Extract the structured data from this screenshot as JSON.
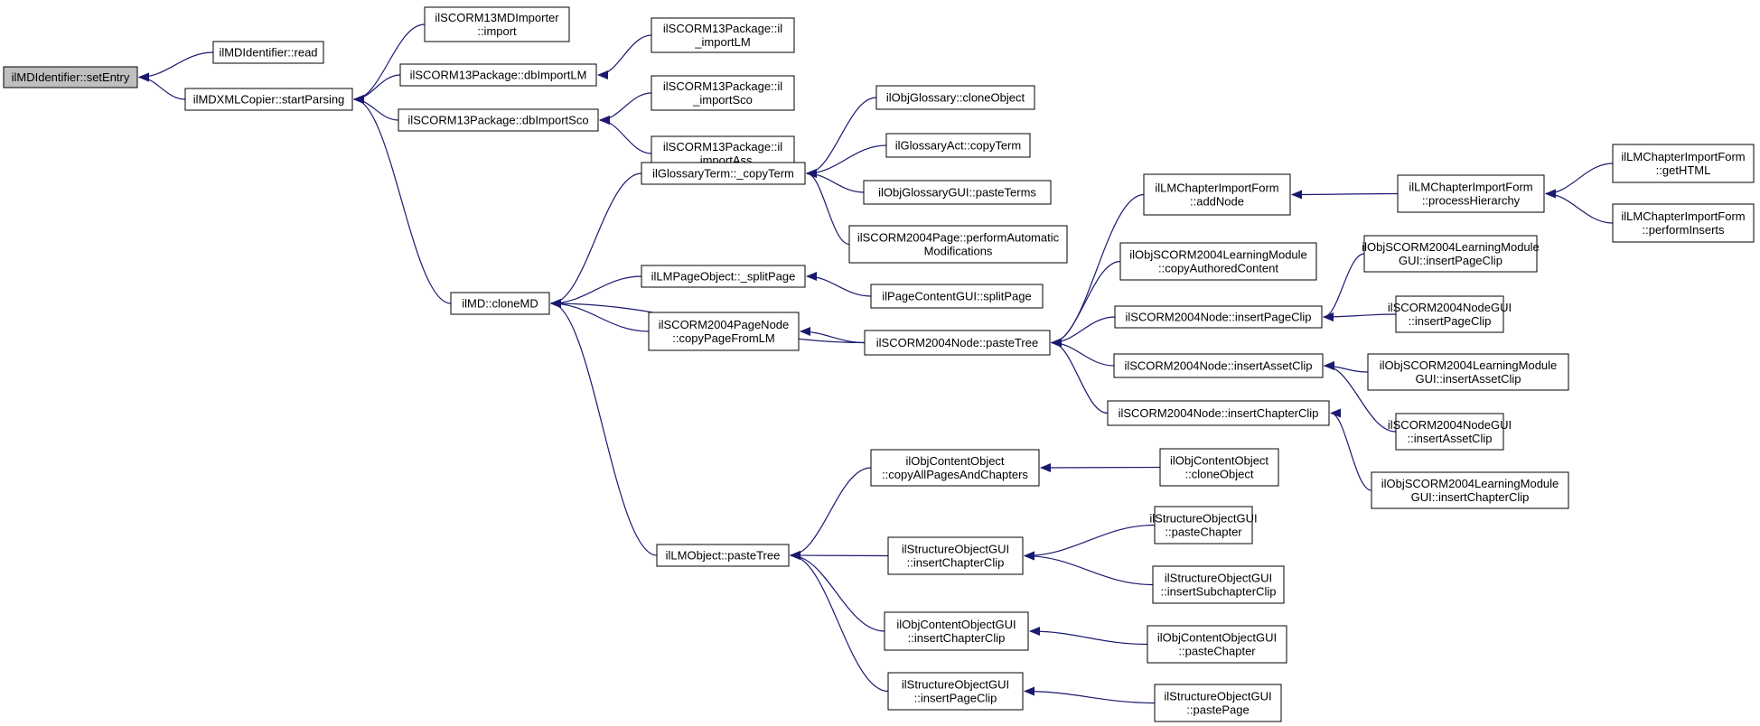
{
  "colors": {
    "edge": "#191970",
    "root_fill": "#bfbfbf",
    "node_fill": "#ffffff",
    "node_stroke": "#000000"
  },
  "nodes": [
    {
      "id": "n0",
      "lines": [
        "ilMDIdentifier::setEntry"
      ],
      "root": true
    },
    {
      "id": "n1",
      "lines": [
        "ilMDIdentifier::read"
      ]
    },
    {
      "id": "n2",
      "lines": [
        "ilMDXMLCopier::startParsing"
      ]
    },
    {
      "id": "n3",
      "lines": [
        "ilSCORM13MDImporter",
        "::import"
      ]
    },
    {
      "id": "n4",
      "lines": [
        "ilSCORM13Package::dbImportLM"
      ]
    },
    {
      "id": "n5",
      "lines": [
        "ilSCORM13Package::dbImportSco"
      ]
    },
    {
      "id": "n6",
      "lines": [
        "ilSCORM13Package::il",
        "_importLM"
      ]
    },
    {
      "id": "n7",
      "lines": [
        "ilSCORM13Package::il",
        "_importSco"
      ]
    },
    {
      "id": "n8",
      "lines": [
        "ilSCORM13Package::il",
        "_importAss"
      ]
    },
    {
      "id": "n9",
      "lines": [
        "ilMD::cloneMD"
      ]
    },
    {
      "id": "n10",
      "lines": [
        "ilGlossaryTerm::_copyTerm"
      ]
    },
    {
      "id": "n11",
      "lines": [
        "ilLMPageObject::_splitPage"
      ]
    },
    {
      "id": "n12",
      "lines": [
        "ilSCORM2004PageNode",
        "::copyPageFromLM"
      ]
    },
    {
      "id": "n13",
      "lines": [
        "ilLMObject::pasteTree"
      ]
    },
    {
      "id": "n14",
      "lines": [
        "ilObjGlossary::cloneObject"
      ]
    },
    {
      "id": "n15",
      "lines": [
        "ilGlossaryAct::copyTerm"
      ]
    },
    {
      "id": "n16",
      "lines": [
        "ilObjGlossaryGUI::pasteTerms"
      ]
    },
    {
      "id": "n17",
      "lines": [
        "ilSCORM2004Page::performAutomatic",
        "Modifications"
      ]
    },
    {
      "id": "n18",
      "lines": [
        "ilPageContentGUI::splitPage"
      ]
    },
    {
      "id": "n19",
      "lines": [
        "ilSCORM2004Node::pasteTree"
      ]
    },
    {
      "id": "n20",
      "lines": [
        "ilObjContentObject",
        "::copyAllPagesAndChapters"
      ]
    },
    {
      "id": "n21",
      "lines": [
        "ilStructureObjectGUI",
        "::insertChapterClip"
      ]
    },
    {
      "id": "n22",
      "lines": [
        "ilObjContentObjectGUI",
        "::insertChapterClip"
      ]
    },
    {
      "id": "n23",
      "lines": [
        "ilStructureObjectGUI",
        "::insertPageClip"
      ]
    },
    {
      "id": "n24",
      "lines": [
        "ilLMChapterImportForm",
        "::addNode"
      ]
    },
    {
      "id": "n25",
      "lines": [
        "ilObjSCORM2004LearningModule",
        "::copyAuthoredContent"
      ]
    },
    {
      "id": "n26",
      "lines": [
        "ilSCORM2004Node::insertPageClip"
      ]
    },
    {
      "id": "n27",
      "lines": [
        "ilSCORM2004Node::insertAssetClip"
      ]
    },
    {
      "id": "n28",
      "lines": [
        "ilSCORM2004Node::insertChapterClip"
      ]
    },
    {
      "id": "n29",
      "lines": [
        "ilObjContentObject",
        "::cloneObject"
      ]
    },
    {
      "id": "n30",
      "lines": [
        "ilStructureObjectGUI",
        "::pasteChapter"
      ]
    },
    {
      "id": "n31",
      "lines": [
        "ilStructureObjectGUI",
        "::insertSubchapterClip"
      ]
    },
    {
      "id": "n32",
      "lines": [
        "ilObjContentObjectGUI",
        "::pasteChapter"
      ]
    },
    {
      "id": "n33",
      "lines": [
        "ilStructureObjectGUI",
        "::pastePage"
      ]
    },
    {
      "id": "n34",
      "lines": [
        "ilLMChapterImportForm",
        "::processHierarchy"
      ]
    },
    {
      "id": "n35",
      "lines": [
        "ilObjSCORM2004LearningModule",
        "GUI::insertPageClip"
      ]
    },
    {
      "id": "n36",
      "lines": [
        "ilSCORM2004NodeGUI",
        "::insertPageClip"
      ]
    },
    {
      "id": "n37",
      "lines": [
        "ilObjSCORM2004LearningModule",
        "GUI::insertAssetClip"
      ]
    },
    {
      "id": "n38",
      "lines": [
        "ilSCORM2004NodeGUI",
        "::insertAssetClip"
      ]
    },
    {
      "id": "n39",
      "lines": [
        "ilObjSCORM2004LearningModule",
        "GUI::insertChapterClip"
      ]
    },
    {
      "id": "n40",
      "lines": [
        "ilLMChapterImportForm",
        "::getHTML"
      ]
    },
    {
      "id": "n41",
      "lines": [
        "ilLMChapterImportForm",
        "::performInserts"
      ]
    }
  ],
  "edges": [
    {
      "from": "n1",
      "to": "n0"
    },
    {
      "from": "n2",
      "to": "n0"
    },
    {
      "from": "n3",
      "to": "n2"
    },
    {
      "from": "n4",
      "to": "n2"
    },
    {
      "from": "n5",
      "to": "n2"
    },
    {
      "from": "n9",
      "to": "n2"
    },
    {
      "from": "n6",
      "to": "n4"
    },
    {
      "from": "n7",
      "to": "n5"
    },
    {
      "from": "n8",
      "to": "n5"
    },
    {
      "from": "n10",
      "to": "n9"
    },
    {
      "from": "n11",
      "to": "n9"
    },
    {
      "from": "n12",
      "to": "n9"
    },
    {
      "from": "n19",
      "to": "n9"
    },
    {
      "from": "n13",
      "to": "n9"
    },
    {
      "from": "n14",
      "to": "n10"
    },
    {
      "from": "n15",
      "to": "n10"
    },
    {
      "from": "n16",
      "to": "n10"
    },
    {
      "from": "n17",
      "to": "n10"
    },
    {
      "from": "n18",
      "to": "n11"
    },
    {
      "from": "n19",
      "to": "n12"
    },
    {
      "from": "n24",
      "to": "n19"
    },
    {
      "from": "n25",
      "to": "n19"
    },
    {
      "from": "n26",
      "to": "n19"
    },
    {
      "from": "n27",
      "to": "n19"
    },
    {
      "from": "n28",
      "to": "n19"
    },
    {
      "from": "n34",
      "to": "n24"
    },
    {
      "from": "n40",
      "to": "n34"
    },
    {
      "from": "n41",
      "to": "n34"
    },
    {
      "from": "n35",
      "to": "n26"
    },
    {
      "from": "n36",
      "to": "n26"
    },
    {
      "from": "n37",
      "to": "n27"
    },
    {
      "from": "n38",
      "to": "n27"
    },
    {
      "from": "n39",
      "to": "n28"
    },
    {
      "from": "n20",
      "to": "n13"
    },
    {
      "from": "n21",
      "to": "n13"
    },
    {
      "from": "n22",
      "to": "n13"
    },
    {
      "from": "n23",
      "to": "n13"
    },
    {
      "from": "n29",
      "to": "n20"
    },
    {
      "from": "n30",
      "to": "n21"
    },
    {
      "from": "n31",
      "to": "n21"
    },
    {
      "from": "n32",
      "to": "n22"
    },
    {
      "from": "n33",
      "to": "n23"
    }
  ]
}
